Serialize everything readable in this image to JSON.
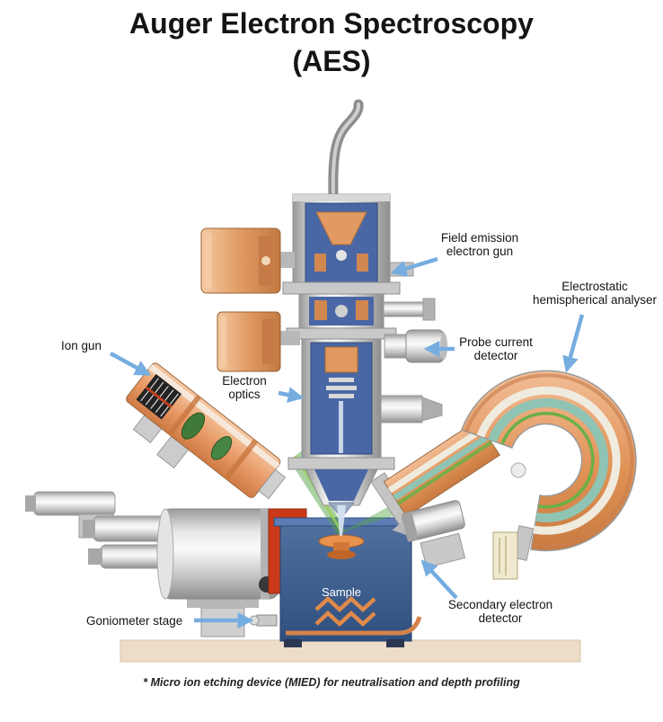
{
  "title": {
    "line1": "Auger Electron Spectroscopy",
    "line2": "(AES)"
  },
  "labels": {
    "ion_gun": "Ion gun",
    "field_emission_gun": "Field emission\nelectron gun",
    "electrostatic_analyser": "Electrostatic\nhemispherical analyser",
    "probe_current_detector": "Probe current\ndetector",
    "electron_optics": "Electron\noptics",
    "sample": "Sample",
    "secondary_electron_detector": "Secondary electron\ndetector",
    "goniometer_stage": "Goniometer stage"
  },
  "footnote": "* Micro ion etching device (MIED) for neutralisation and depth profiling",
  "colors": {
    "arrow": "#76ade0",
    "copper_coil": "#e09a62",
    "column_blue": "#4a67a5",
    "chamber_blue": "#3f62a0",
    "analyser_orange": "#e09256",
    "beam_green": "#57a447",
    "base_plate": "#eddcc8"
  }
}
